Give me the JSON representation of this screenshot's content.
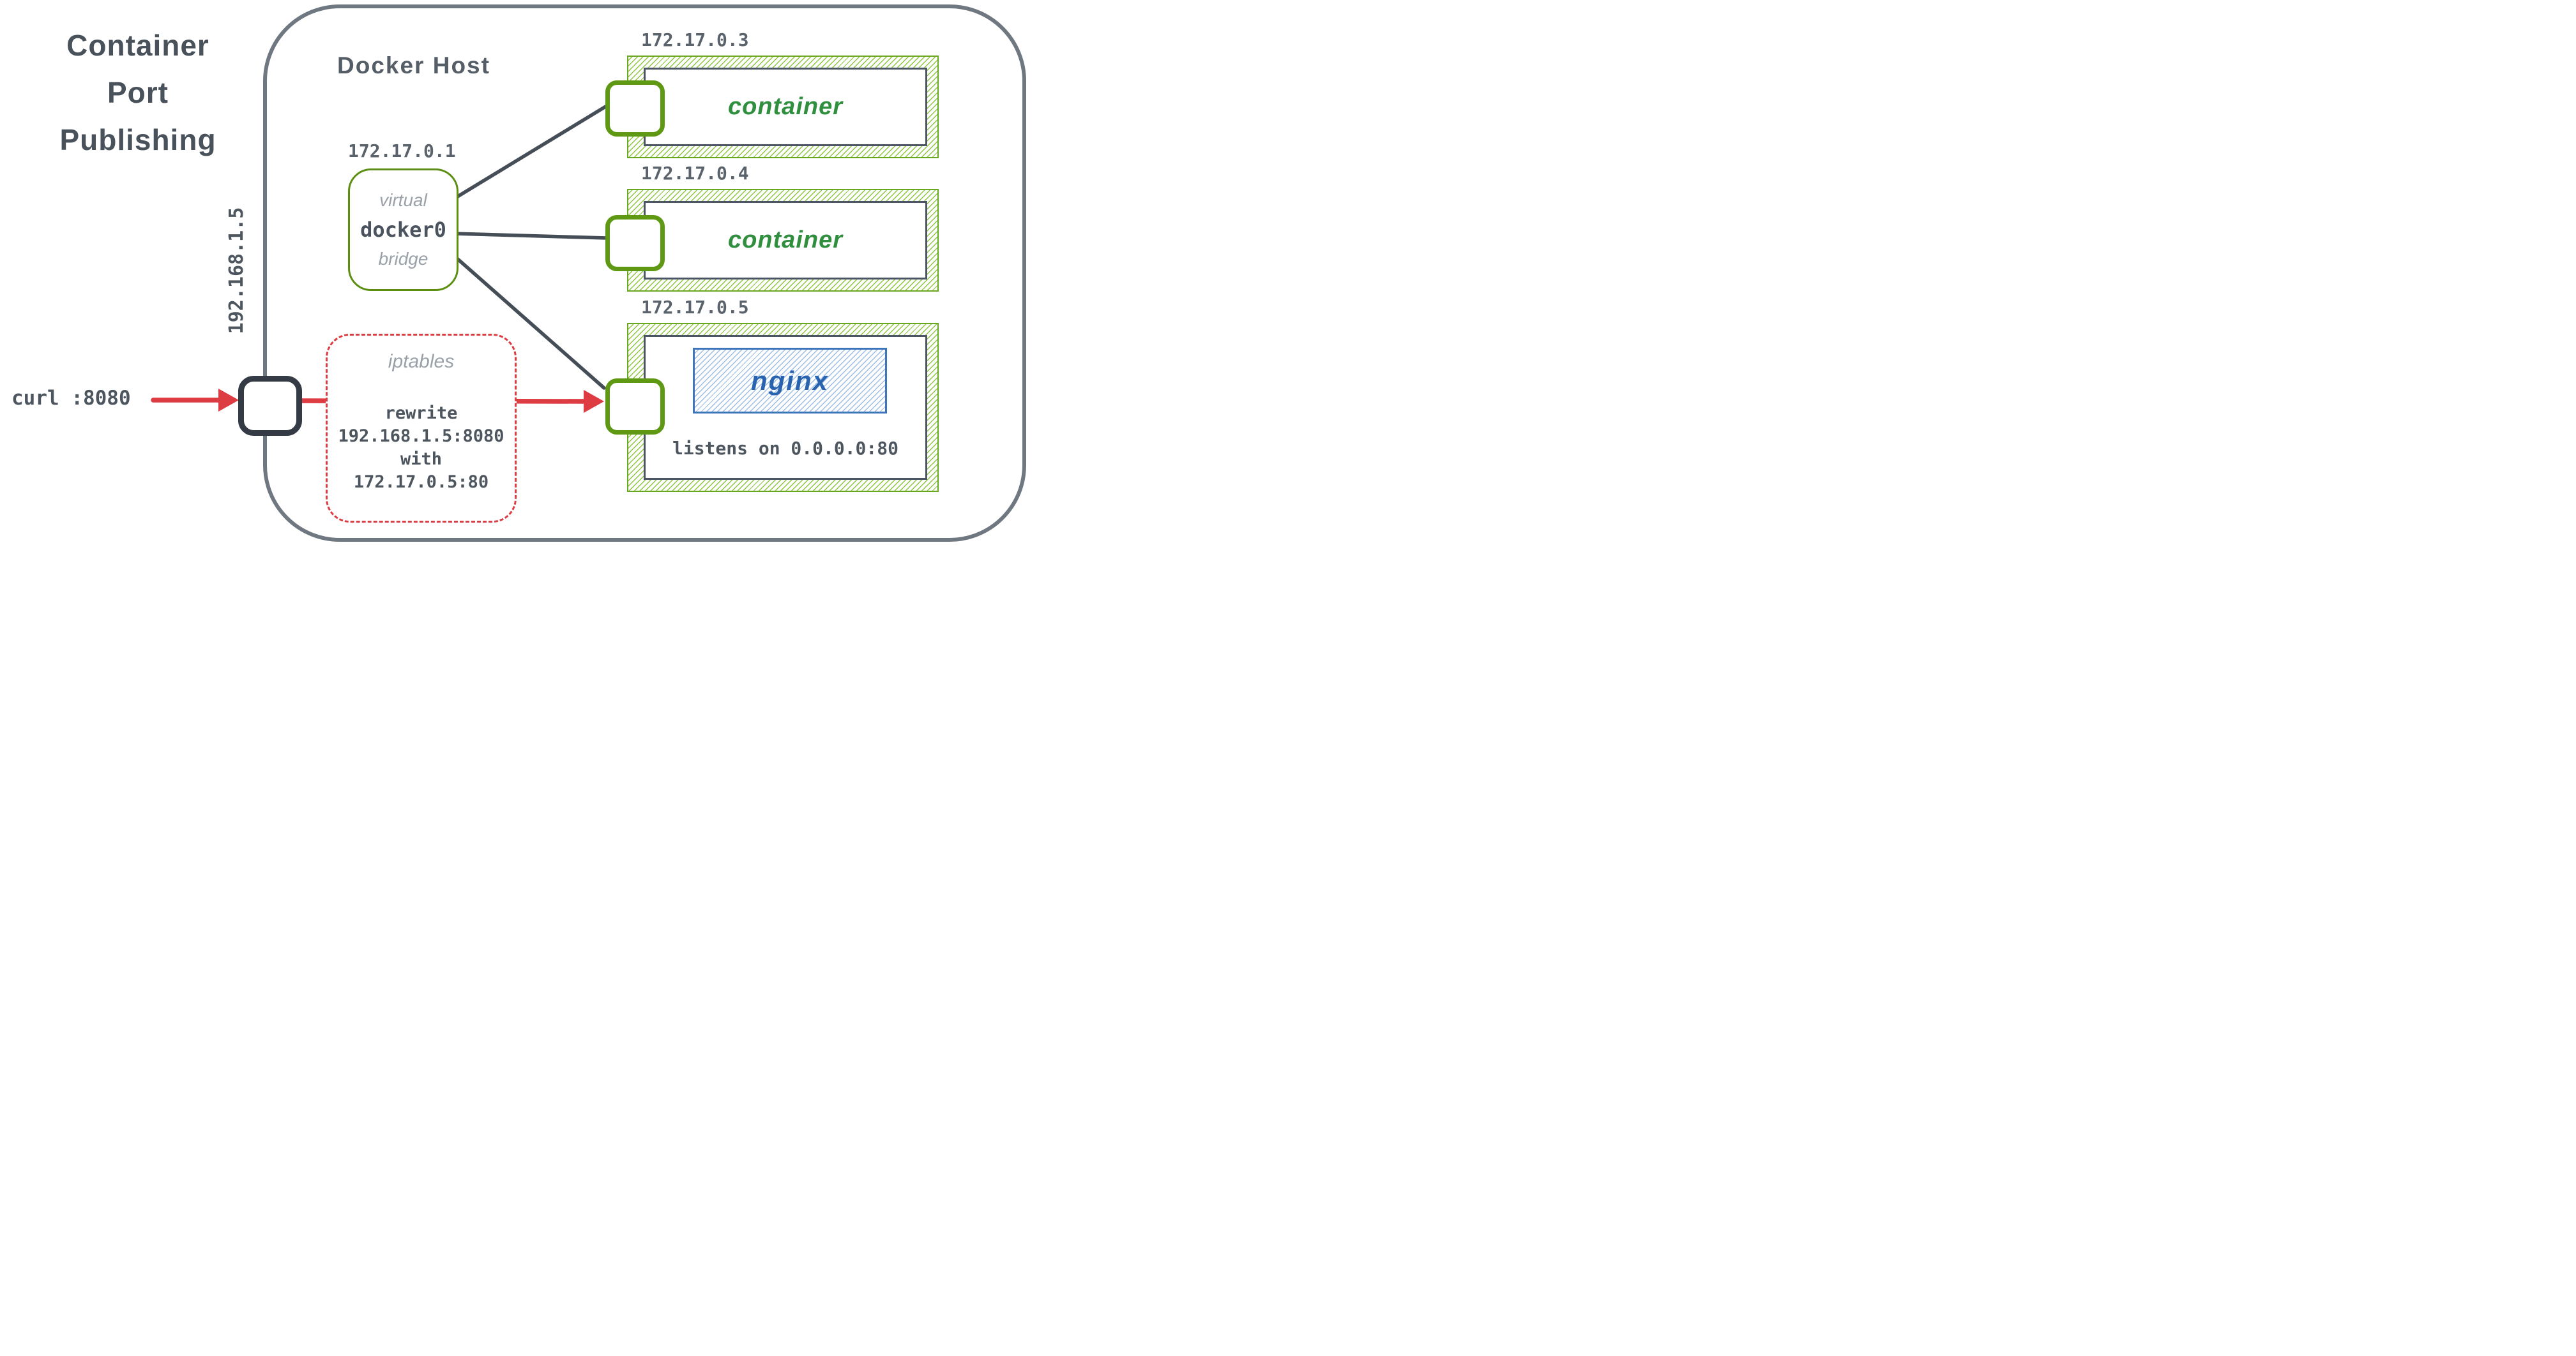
{
  "title": {
    "lines": "Container Port Publishing",
    "line1": "Container",
    "line2": "Port",
    "line3": "Publishing"
  },
  "host": {
    "label": "Docker Host",
    "external_ip": "192.168.1.5"
  },
  "request": {
    "label": "curl :8080"
  },
  "bridge": {
    "ip": "172.17.0.1",
    "word_top": "virtual",
    "name": "docker0",
    "word_bottom": "bridge"
  },
  "iptables": {
    "title": "iptables",
    "rule_line1": "rewrite",
    "rule_line2": "192.168.1.5:8080",
    "rule_line3": "with",
    "rule_line4": "172.17.0.5:80"
  },
  "containers": [
    {
      "ip": "172.17.0.3",
      "label": "container"
    },
    {
      "ip": "172.17.0.4",
      "label": "container"
    },
    {
      "ip": "172.17.0.5",
      "app": "nginx",
      "note": "listens on 0.0.0.0:80"
    }
  ],
  "colors": {
    "slate_text": "#49525b",
    "gray_soft": "#9ba1a8",
    "host_border": "#6f7780",
    "dark_line": "#454d57",
    "green_border": "#5f9813",
    "green_hatch": "#8cc63f",
    "green_text": "#2f8f3f",
    "blue_border": "#3d74bb",
    "blue_text": "#2963b0",
    "red": "#dd3c42",
    "mono_text": "#4d565f"
  }
}
